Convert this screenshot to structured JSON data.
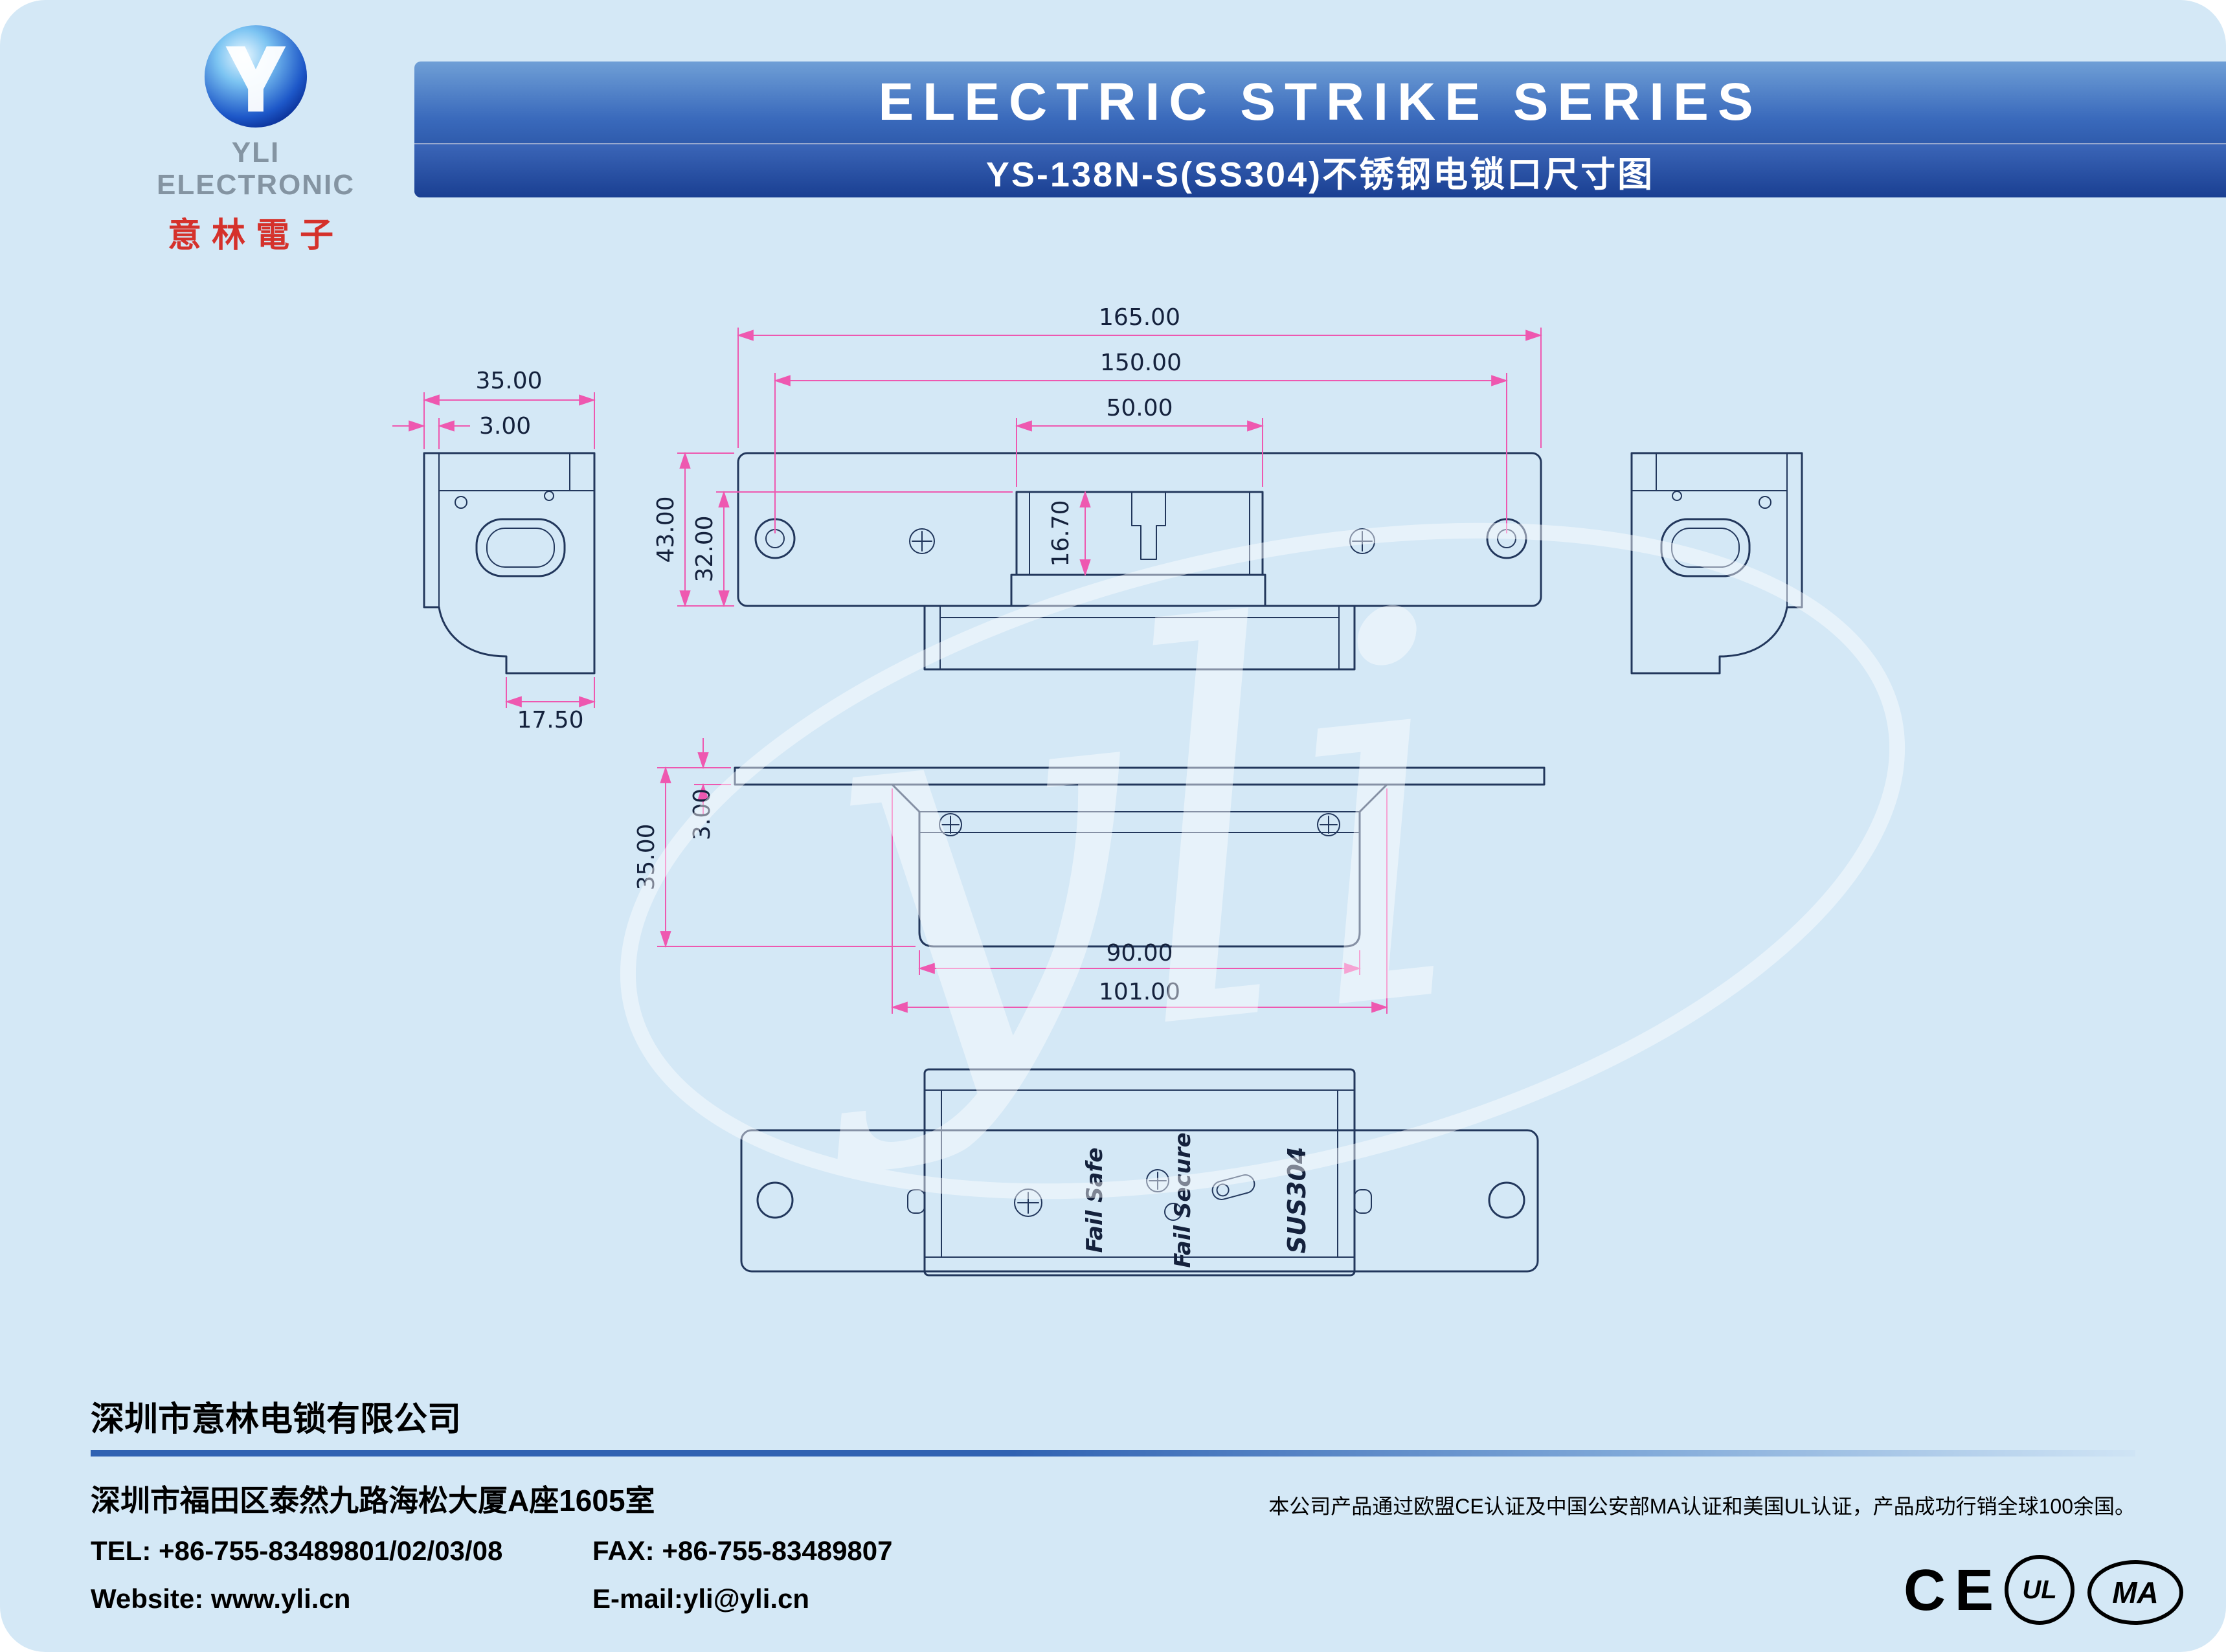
{
  "header": {
    "brand_en": "YLI ELECTRONIC",
    "brand_cn": "意林電子",
    "banner_title": "ELECTRIC STRIKE SERIES",
    "banner_subtitle": "YS-138N-S(SS304)不锈钢电锁口尺寸图"
  },
  "drawing": {
    "watermark": "yli",
    "dims": {
      "len_total": "165.00",
      "len_holes": "150.00",
      "len_cavity": "50.00",
      "cavity_depth": "16.70",
      "plate_height": "43.00",
      "cavity_height": "32.00",
      "side_width": "35.00",
      "side_plate_thk": "3.00",
      "side_foot": "17.50",
      "mid_depth": "35.00",
      "mid_plate_thk": "3.00",
      "body_width": "90.00",
      "flange_width": "101.00"
    },
    "labels": {
      "fail_safe": "Fail Safe",
      "fail_secure": "Fail Secure",
      "material": "SUS304"
    }
  },
  "footer": {
    "company": "深圳市意林电锁有限公司",
    "address": "深圳市福田区泰然九路海松大厦A座1605室",
    "tel": "TEL: +86-755-83489801/02/03/08",
    "fax": "FAX: +86-755-83489807",
    "website": "Website: www.yli.cn",
    "email": "E-mail:yli@yli.cn",
    "cert_note": "本公司产品通过欧盟CE认证及中国公安部MA认证和美国UL认证，产品成功行销全球100余国。",
    "cert_logos": [
      "CE",
      "UL",
      "MA"
    ]
  }
}
